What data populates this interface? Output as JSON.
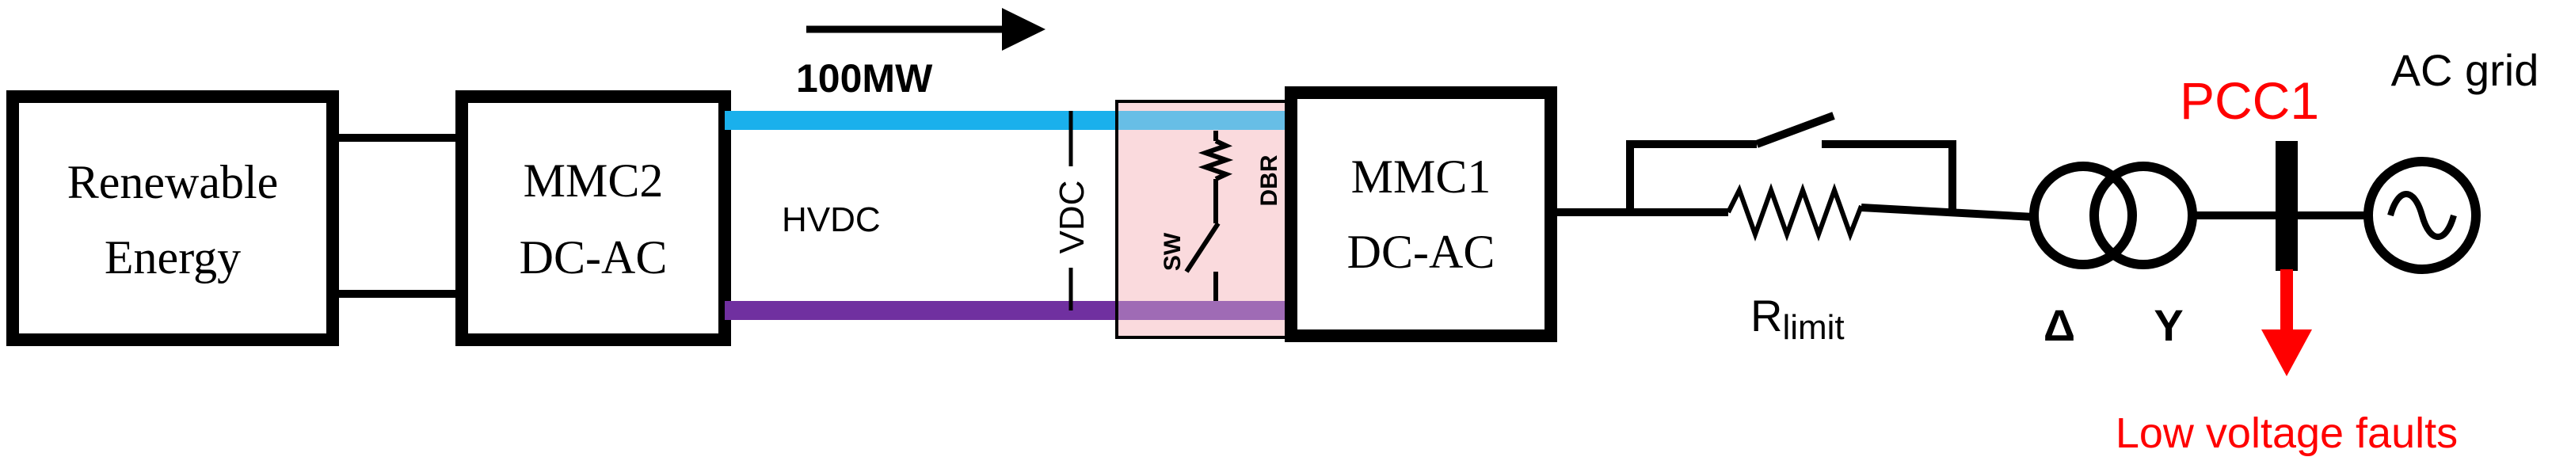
{
  "blocks": {
    "renewable": {
      "line1": "Renewable",
      "line2": "Energy"
    },
    "mmc2": {
      "line1": "MMC2",
      "line2": "DC-AC"
    },
    "mmc1": {
      "line1": "MMC1",
      "line2": "DC-AC"
    }
  },
  "dc_link": {
    "label": "HVDC",
    "power_label": "100MW",
    "voltage_label": "VDC",
    "positive_color": "#1ab0ec",
    "negative_color": "#7030a0"
  },
  "chopper": {
    "switch_label": "SW",
    "resistor_label": "DBR",
    "fill_color": "#fadadd"
  },
  "limiter": {
    "label_main": "R",
    "label_sub": "limit"
  },
  "transformer": {
    "primary_label": "Δ",
    "secondary_label": "Y"
  },
  "pcc": {
    "label": "PCC1",
    "color": "#ff0000"
  },
  "grid": {
    "label": "AC grid"
  },
  "fault": {
    "label": "Low voltage faults",
    "color": "#ff0000"
  }
}
